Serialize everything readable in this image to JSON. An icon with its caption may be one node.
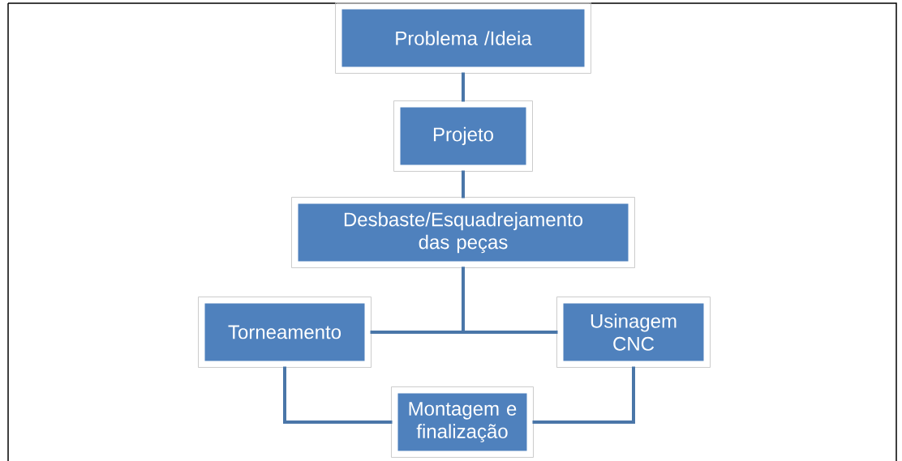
{
  "diagram": {
    "nodes": [
      {
        "text": [
          "Problema /Ideia"
        ]
      },
      {
        "text": [
          "Projeto"
        ]
      },
      {
        "text": [
          "Desbaste/Esquadrejamento das peças"
        ]
      },
      {
        "text": [
          "Torneamento"
        ]
      },
      {
        "text": [
          "Usinagem CNC"
        ]
      },
      {
        "text": [
          "Montagem e finalização"
        ]
      }
    ],
    "edges": [
      {
        "from": 0,
        "to": 1,
        "arrow": "none"
      },
      {
        "from": 1,
        "to": 2,
        "arrow": "none"
      },
      {
        "from": 2,
        "to": 3,
        "arrow": "none"
      },
      {
        "from": 2,
        "to": 4,
        "arrow": "none"
      },
      {
        "from": 3,
        "to": 5,
        "arrow": "none"
      },
      {
        "from": 4,
        "to": 5,
        "arrow": "none"
      }
    ]
  }
}
